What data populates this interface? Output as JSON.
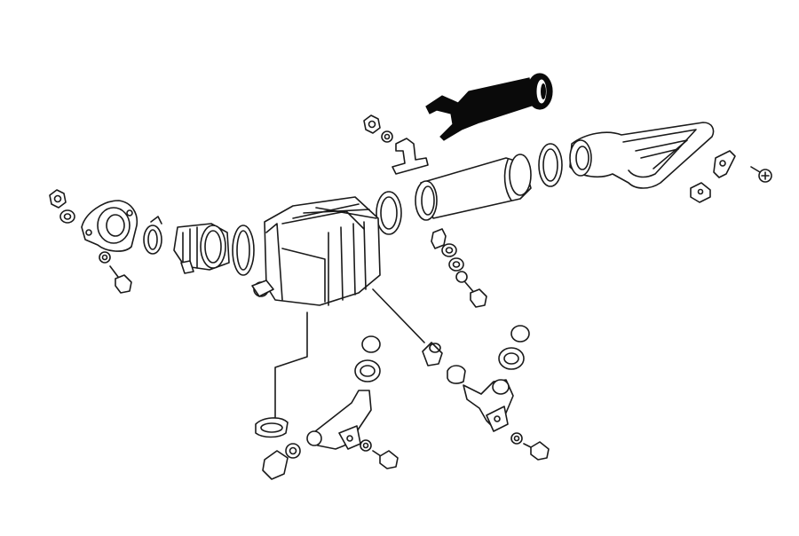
{
  "diagram": {
    "kind": "exploded-parts-drawing",
    "line_color": "#1a1a1a",
    "fill_color": "#ffffff",
    "highlight_color": "#0a0a0a",
    "parts": [
      {
        "id": "intake-snorkel-tube",
        "highlighted": true
      },
      {
        "id": "air-scoop-duct",
        "highlighted": false
      },
      {
        "id": "intake-pipe",
        "highlighted": false
      },
      {
        "id": "air-filter-housing",
        "highlighted": false
      },
      {
        "id": "throttle-body",
        "highlighted": false
      },
      {
        "id": "cover-flange",
        "highlighted": false
      }
    ]
  }
}
